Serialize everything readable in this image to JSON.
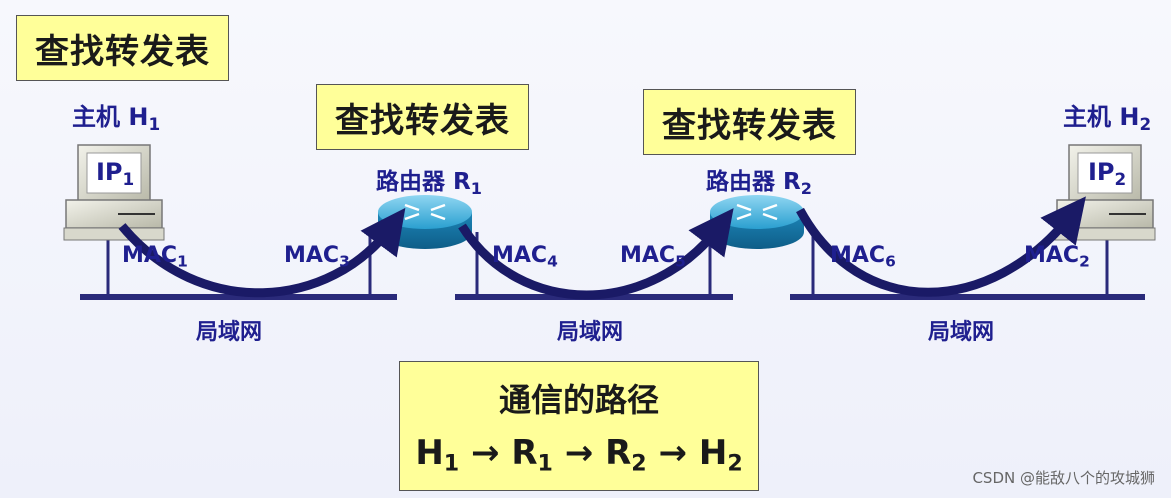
{
  "lookup_boxes": [
    "查找转发表",
    "查找转发表",
    "查找转发表"
  ],
  "host1": {
    "name": "主机 H",
    "sub": "1",
    "ip": "IP",
    "ip_sub": "1"
  },
  "host2": {
    "name": "主机 H",
    "sub": "2",
    "ip": "IP",
    "ip_sub": "2"
  },
  "router1": {
    "name": "路由器 R",
    "sub": "1"
  },
  "router2": {
    "name": "路由器 R",
    "sub": "2"
  },
  "macs": [
    {
      "text": "MAC",
      "sub": "1"
    },
    {
      "text": "MAC",
      "sub": "3"
    },
    {
      "text": "MAC",
      "sub": "4"
    },
    {
      "text": "MAC",
      "sub": "5"
    },
    {
      "text": "MAC",
      "sub": "6"
    },
    {
      "text": "MAC",
      "sub": "2"
    }
  ],
  "lan_label": "局域网",
  "path": {
    "title": "通信的路径",
    "nodes": [
      {
        "text": "H",
        "sub": "1"
      },
      {
        "text": "R",
        "sub": "1"
      },
      {
        "text": "R",
        "sub": "2"
      },
      {
        "text": "H",
        "sub": "2"
      }
    ],
    "arrow": "→"
  },
  "watermark": "CSDN @能敌八个的攻城狮",
  "colors": {
    "label": "#1f1f8f",
    "arrow": "#1a1a66",
    "box": "#ffff99",
    "lan": "#2a2a7a"
  }
}
